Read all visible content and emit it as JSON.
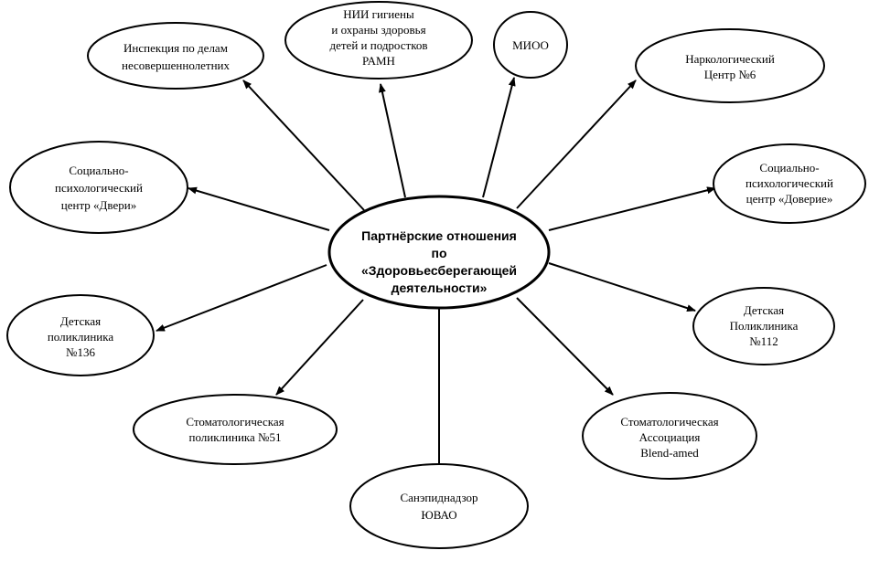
{
  "center": {
    "lines": [
      "Партнёрские отношения",
      "по",
      "«Здоровьесберегающей",
      "деятельности»"
    ]
  },
  "nodes": [
    {
      "id": "inspection",
      "lines": [
        "Инспекция по делам",
        "несовершеннолетних"
      ]
    },
    {
      "id": "nii",
      "lines": [
        "НИИ гигиены",
        "и охраны здоровья",
        "детей и подростков",
        "РАМН"
      ]
    },
    {
      "id": "mioo",
      "lines": [
        "МИОО"
      ]
    },
    {
      "id": "narco",
      "lines": [
        "Наркологический",
        "Центр №6"
      ]
    },
    {
      "id": "dveri",
      "lines": [
        "Социально-",
        "психологический",
        "центр «Двери»"
      ]
    },
    {
      "id": "doverie",
      "lines": [
        "Социально-",
        "психологический",
        "центр «Доверие»"
      ]
    },
    {
      "id": "poly136",
      "lines": [
        "Детская",
        "поликлиника",
        "№136"
      ]
    },
    {
      "id": "poly112",
      "lines": [
        "Детская",
        "Поликлиника",
        "№112"
      ]
    },
    {
      "id": "stom51",
      "lines": [
        "Стоматологическая",
        "поликлиника №51"
      ]
    },
    {
      "id": "blend",
      "lines": [
        "Стоматологическая",
        "Ассоциация",
        "Blend-amed"
      ]
    },
    {
      "id": "sanep",
      "lines": [
        "Санэпиднадзор",
        "ЮВАО"
      ]
    }
  ]
}
